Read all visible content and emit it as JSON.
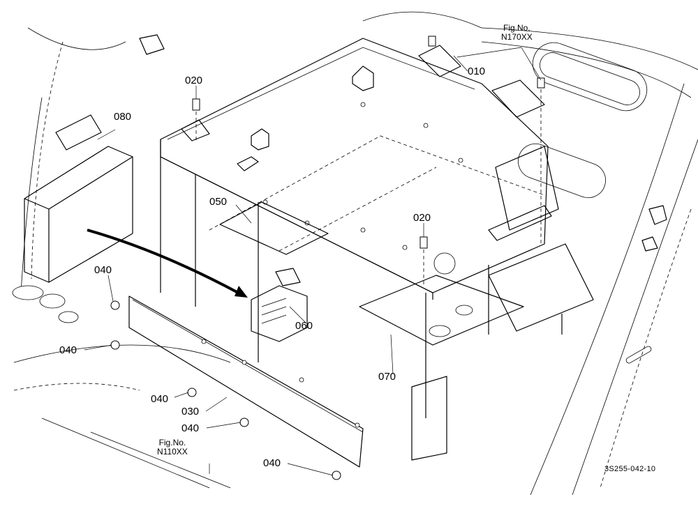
{
  "callouts": {
    "p010": "010",
    "p020a": "020",
    "p020b": "020",
    "p030": "030",
    "p040a": "040",
    "p040b": "040",
    "p040c": "040",
    "p040d": "040",
    "p040e": "040",
    "p050": "050",
    "p060": "060",
    "p070": "070",
    "p080": "080"
  },
  "figure_refs": {
    "top": {
      "prefix": "Fig.No.",
      "number": "N170XX"
    },
    "bottom": {
      "prefix": "Fig.No.",
      "number": "N110XX"
    }
  },
  "drawing_code": "3S255-042-10"
}
